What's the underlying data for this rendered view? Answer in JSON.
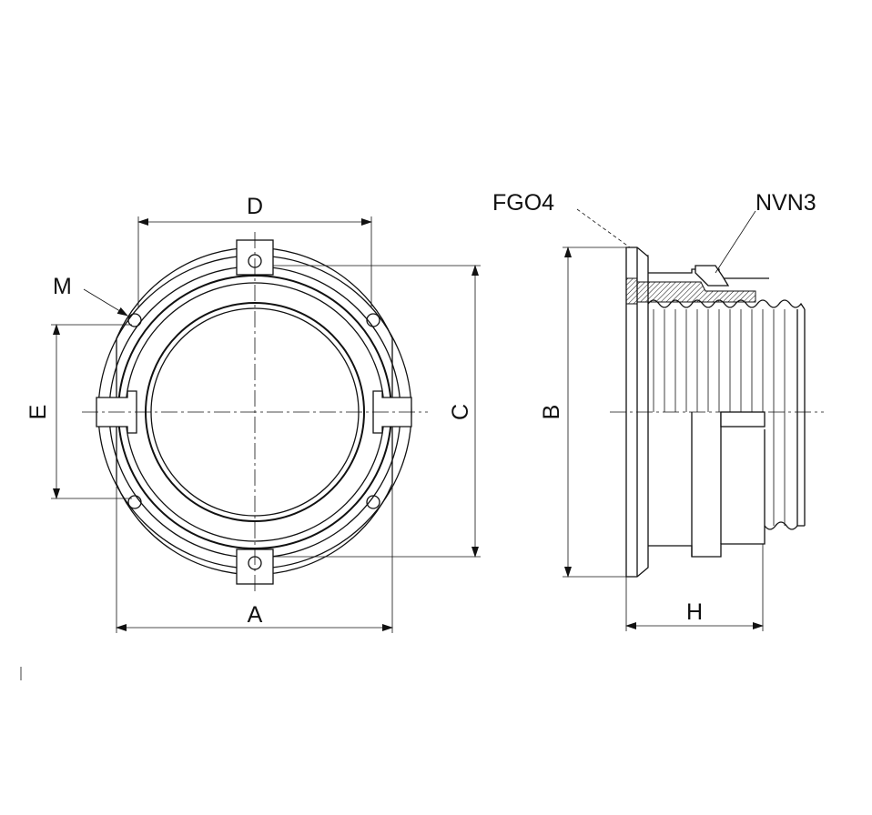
{
  "labels": {
    "D": "D",
    "M": "M",
    "E": "E",
    "C": "C",
    "A": "A",
    "B": "B",
    "H": "H",
    "FGO4": "FGO4",
    "NVN3": "NVN3"
  }
}
